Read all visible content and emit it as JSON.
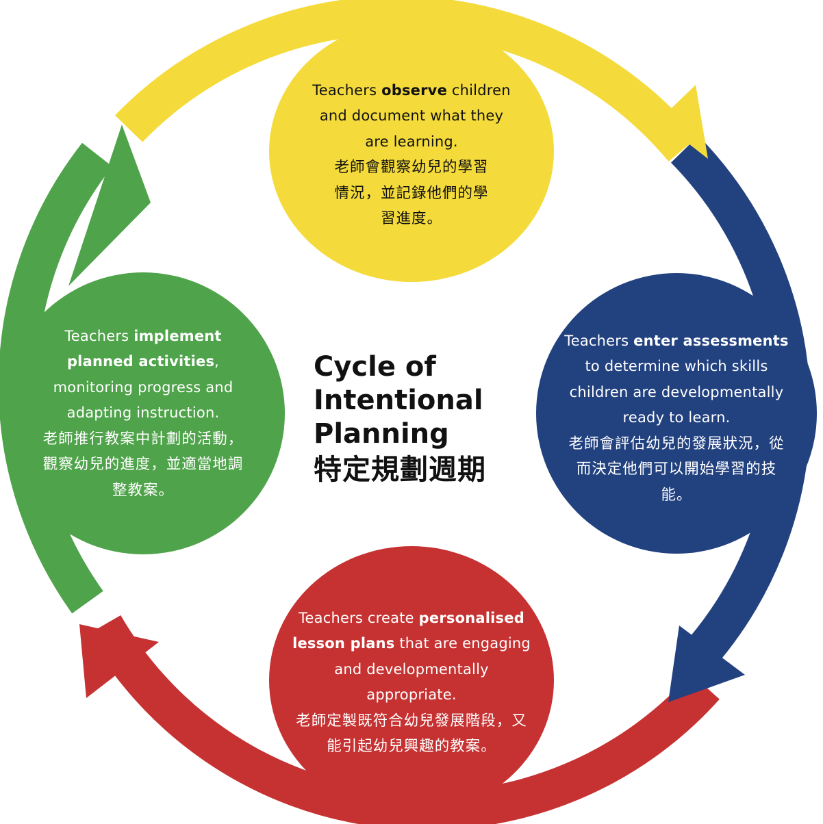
{
  "title": {
    "en": "Cycle of Intentional Planning",
    "zh": "特定規劃週期"
  },
  "colors": {
    "yellow": "#f4db3b",
    "blue": "#22417f",
    "red": "#c63232",
    "green": "#4fa34a"
  },
  "steps": {
    "observe": {
      "en_before": "Teachers ",
      "en_bold": "observe",
      "en_after": " children and document what they are learning.",
      "zh": "老師會觀察幼兒的學習情況，並記錄他們的學習進度。"
    },
    "assess": {
      "en_before": "Teachers ",
      "en_bold": "enter assessments",
      "en_after": " to determine which skills children are developmentally ready to learn.",
      "zh": "老師會評估幼兒的發展狀況，從而決定他們可以開始學習的技能。"
    },
    "plan": {
      "en_before": "Teachers create ",
      "en_bold": "personalised lesson plans",
      "en_after": " that are engaging and developmentally appropriate.",
      "zh": "老師定製既符合幼兒發展階段，又能引起幼兒興趣的教案。"
    },
    "implement": {
      "en_before": "Teachers ",
      "en_bold": "implement planned activities",
      "en_after": ", monitoring progress and adapting instruction.",
      "zh": "老師推行教案中計劃的活動，觀察幼兒的進度，並適當地調整教案。"
    }
  }
}
